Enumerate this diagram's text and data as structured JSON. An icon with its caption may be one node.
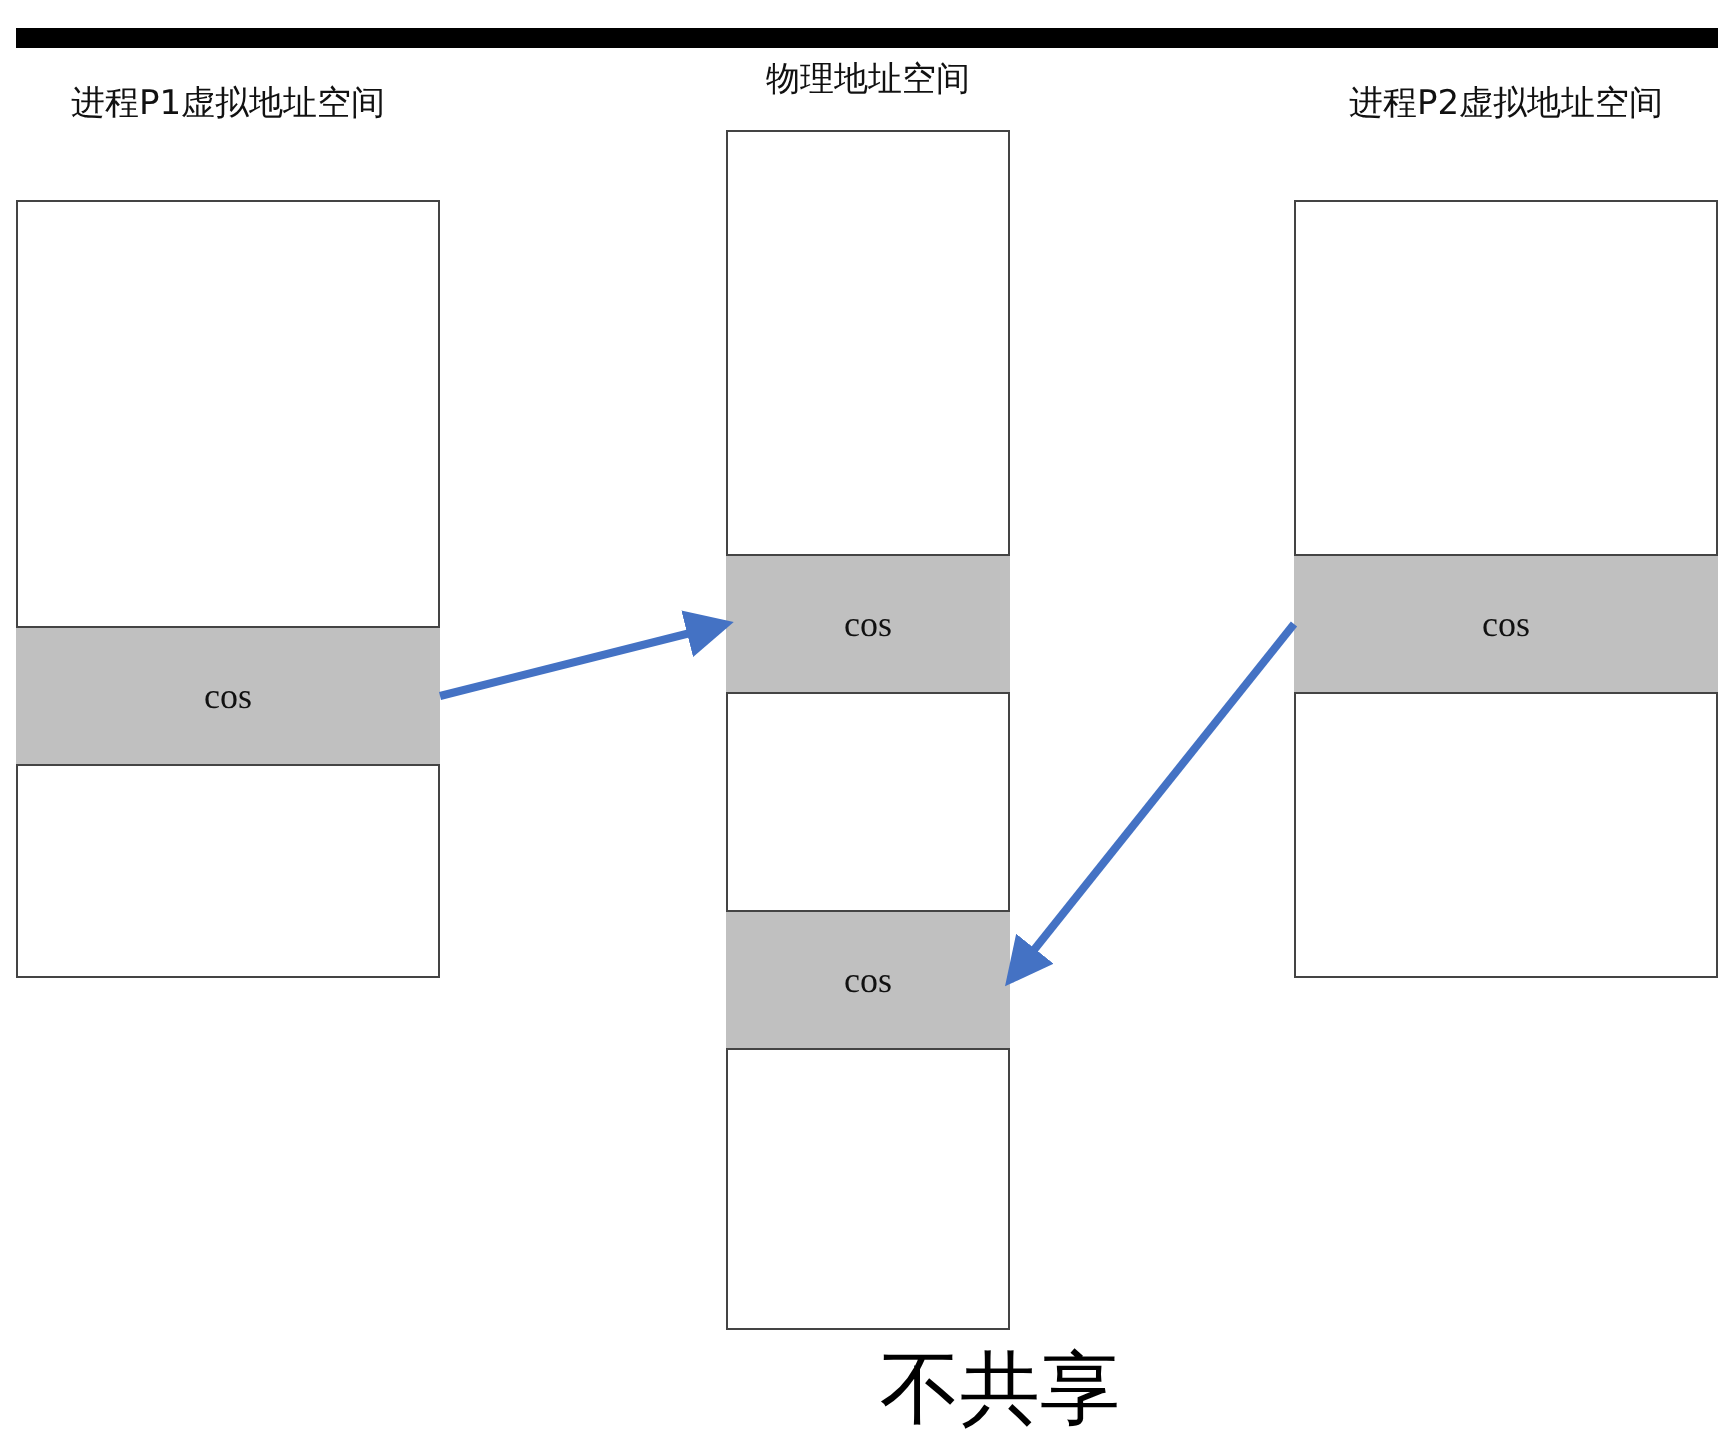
{
  "diagram": {
    "caption": "不共享",
    "nodes": [
      {
        "text": [
          "进程P1虚拟地址空间"
        ]
      },
      {
        "text": [
          "cos"
        ],
        "in": 0
      },
      {
        "text": [
          "物理地址空间"
        ]
      },
      {
        "text": [
          "cos"
        ],
        "in": 2
      },
      {
        "text": [
          "cos"
        ],
        "in": 2
      },
      {
        "text": [
          "进程P2虚拟地址空间"
        ]
      },
      {
        "text": [
          "cos"
        ],
        "in": 5
      }
    ],
    "edges": [
      {
        "from": 1,
        "to": 3,
        "arrow": "to"
      },
      {
        "from": 6,
        "to": 4,
        "arrow": "to"
      }
    ]
  }
}
